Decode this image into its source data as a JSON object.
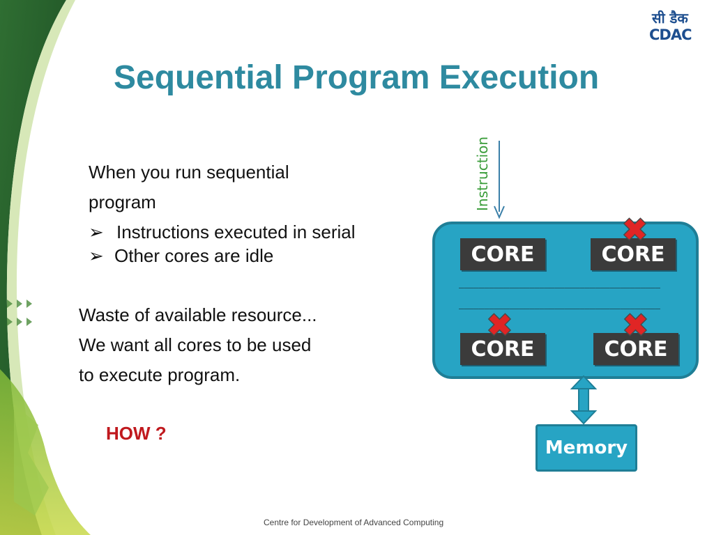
{
  "slide": {
    "title": "Sequential Program Execution",
    "logo": {
      "hindi": "सी डैक",
      "english": "CDAC"
    },
    "body": {
      "line1": "When you run sequential",
      "line2": "program",
      "bullets": [
        "Instructions executed in serial",
        "Other cores are idle"
      ],
      "bullet_icon": "arrow-bullet-icon",
      "para": [
        "Waste of available resource...",
        "We want all cores to be used",
        "to execute program."
      ],
      "question": "HOW ?"
    },
    "diagram": {
      "instruction_label": "Instruction",
      "cores": [
        "CORE",
        "CORE",
        "CORE",
        "CORE"
      ],
      "idle_markers": "x-mark-icon",
      "memory_label": "Memory"
    },
    "footer": "Centre for Development of Advanced Computing"
  },
  "colors": {
    "title": "#2e8aa0",
    "question": "#c0191e",
    "accent_green": "#1f5a2a",
    "diagram_box": "#27a4c4",
    "core_box": "#3b3b3b",
    "x_mark": "#e02525"
  }
}
